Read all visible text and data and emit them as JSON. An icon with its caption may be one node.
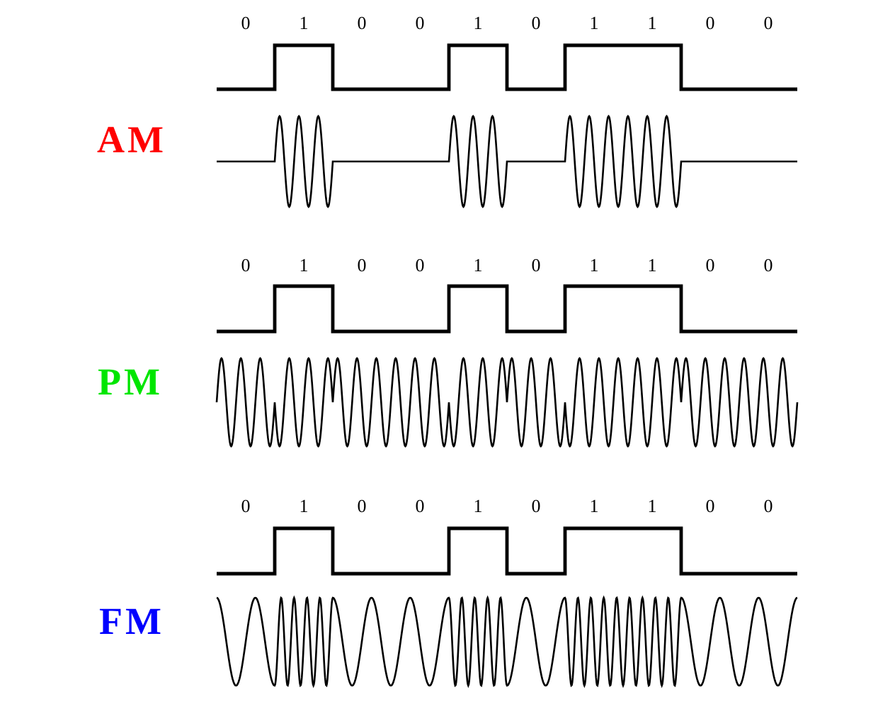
{
  "diagram": {
    "labels": [
      "0",
      "1",
      "0",
      "0",
      "1",
      "0",
      "1",
      "1",
      "0",
      "0",
      "AM",
      "0",
      "1",
      "0",
      "0",
      "1",
      "0",
      "1",
      "1",
      "0",
      "0",
      "PM",
      "0",
      "1",
      "0",
      "0",
      "1",
      "0",
      "1",
      "1",
      "0",
      "0",
      "FM"
    ]
  }
}
